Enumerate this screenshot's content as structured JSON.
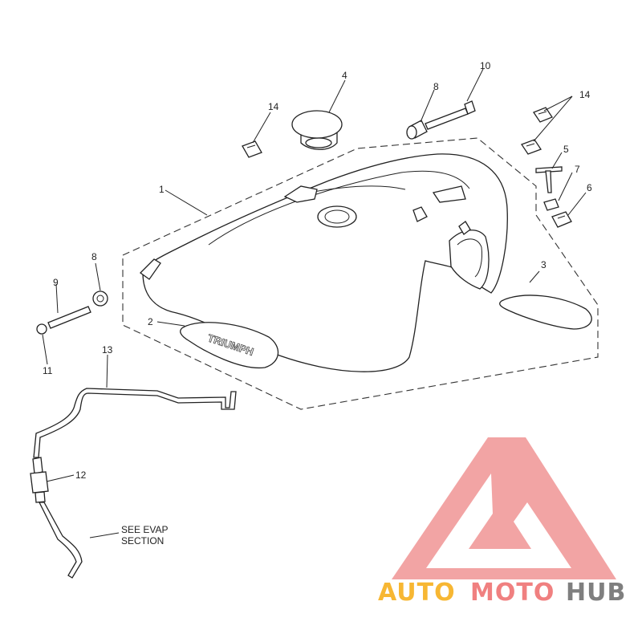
{
  "diagram": {
    "callouts": {
      "c1": "1",
      "c2": "2",
      "c3": "3",
      "c4": "4",
      "c5": "5",
      "c6": "6",
      "c7": "7",
      "c8a": "8",
      "c8b": "8",
      "c9": "9",
      "c10": "10",
      "c11": "11",
      "c12": "12",
      "c13": "13",
      "c14a": "14",
      "c14b": "14"
    },
    "badge_text": "TRIUMPH",
    "note_line1": "SEE EVAP",
    "note_line2": "SECTION"
  },
  "watermark": {
    "auto": "AUTO",
    "moto": "MOTO",
    "hub": "HUB",
    "colors": {
      "auto": "#f7b733",
      "moto": "#f08080",
      "hub": "#7f7f7f",
      "logo": "#f19a9a"
    }
  }
}
